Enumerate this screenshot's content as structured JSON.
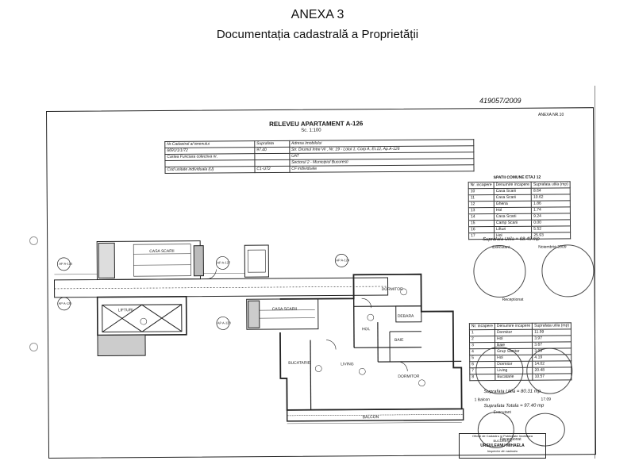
{
  "header": {
    "title": "ANEXA 3",
    "subtitle": "Documentația cadastrală a Proprietății"
  },
  "handwritten_number": "419057/2009",
  "annex_ref": "ANEXA NR.10",
  "plan": {
    "title": "RELEVEU APARTAMENT A-126",
    "scale": "Sc. 1:100",
    "info_table": {
      "row1": [
        "Nr.Cadastral al terenului",
        "Suprafata",
        "Adresa Imobilului"
      ],
      "row2": [
        "6691/1/1/72",
        "97.40",
        "Str. Drumul Intre Vii , Nr. 19 - Lotul 1, Corp A, Et.12, Ap.A-126"
      ],
      "row3": [
        "Cartea Funciara colectiva nr.",
        "",
        "UAT"
      ],
      "row4": [
        "",
        "",
        "Sectorul 2 - Municipiul Bucuresti"
      ],
      "row5": [
        "Cod unitate individuala (U)",
        "C1-U72",
        "CF individuala"
      ]
    },
    "rooms": {
      "casa_scarii_1": "CASA SCARII",
      "casa_scarii_2": "CASA SCARII",
      "lifturi": "LIFTURI",
      "dormitor_1": "DORMITOR",
      "dormitor_2": "DORMITOR",
      "bucatarie": "BUCATARIE",
      "living": "LIVING",
      "baie": "BAIE",
      "balcon": "BALCON",
      "hol": "HOL",
      "debara": "DEBARA"
    },
    "markers": [
      "AP A-125",
      "AP A-126",
      "AP A-127",
      "AP A-128",
      "AP A-124"
    ]
  },
  "common_table": {
    "title": "SPATII COMUNE ETAJ 12",
    "headers": [
      "Nr. incapere",
      "Denumire incapere",
      "Suprafata utila (mp)"
    ],
    "rows": [
      [
        "10",
        "Casa Scarii",
        "8.64"
      ],
      [
        "11",
        "Casa Scarii",
        "10.62"
      ],
      [
        "12",
        "Ghena",
        "1.86"
      ],
      [
        "13",
        "Hol",
        "1.74"
      ],
      [
        "14",
        "Casa Scarii",
        "9.24"
      ],
      [
        "15",
        "Camp Scarii",
        "0.00"
      ],
      [
        "16",
        "Lifturi",
        "5.52"
      ],
      [
        "17",
        "Hol",
        "25.93"
      ]
    ],
    "total": "Suprafata Utila = 68.49 mp",
    "executed": "Executant",
    "date": "Noiembrie 2009",
    "received": "Receptionat"
  },
  "apartment_table": {
    "headers": [
      "Nr. incapere",
      "Denumire incapere",
      "Suprafata utila (mp)"
    ],
    "rows": [
      [
        "1",
        "Dormitor",
        "11.99"
      ],
      [
        "2",
        "Hol",
        "3.97"
      ],
      [
        "3",
        "Baie",
        "3.67"
      ],
      [
        "4",
        "Grup Sanitar",
        "3.99"
      ],
      [
        "5",
        "Hol",
        "4.19"
      ],
      [
        "6",
        "Dormitor",
        "14.02"
      ],
      [
        "7",
        "Living",
        "20.48"
      ],
      [
        "8",
        "Bucatarie",
        "10.57"
      ]
    ],
    "util_total": "Suprafata Utila = 80.31 mp",
    "balcon": "1  Balcon",
    "balcon_value": "17.09",
    "total": "Suprafata Totala = 97.40 mp",
    "executed": "Executant",
    "received": "Receptionat"
  },
  "office_box": {
    "line1": "Oficiul de Cadastru si Publicitate Imobiliara",
    "line2": "BUCURESTI",
    "line3": "URSULEANU MIHAELA",
    "line4": "Inspector de cadastru"
  }
}
